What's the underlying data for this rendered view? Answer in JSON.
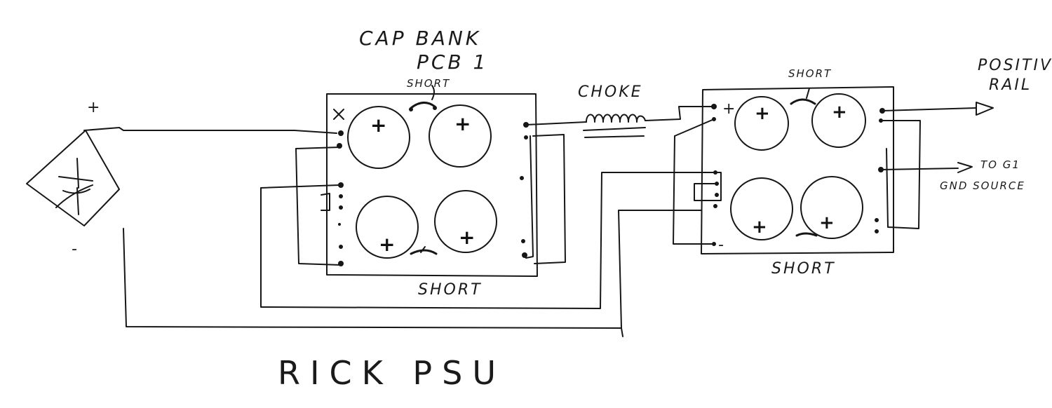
{
  "diagram": {
    "title": "RICK PSU",
    "pcb1_label_line1": "CAP BANK",
    "pcb1_label_line2": "PCB 1",
    "choke_label": "CHOKE",
    "short_labels": [
      "SHORT",
      "SHORT",
      "SHORT",
      "SHORT"
    ],
    "positive_rail_line1": "POSITIVE",
    "positive_rail_line2": "RAIL",
    "gnd_label_line1": "TO G1",
    "gnd_label_line2": "GND SOURCE",
    "rectifier_plus": "+",
    "rectifier_minus": "-",
    "pcb2_plus": "+",
    "pcb2_minus": "-",
    "cap_plus": "+"
  },
  "colors": {
    "ink": "#161616",
    "paper": "#ffffff"
  }
}
